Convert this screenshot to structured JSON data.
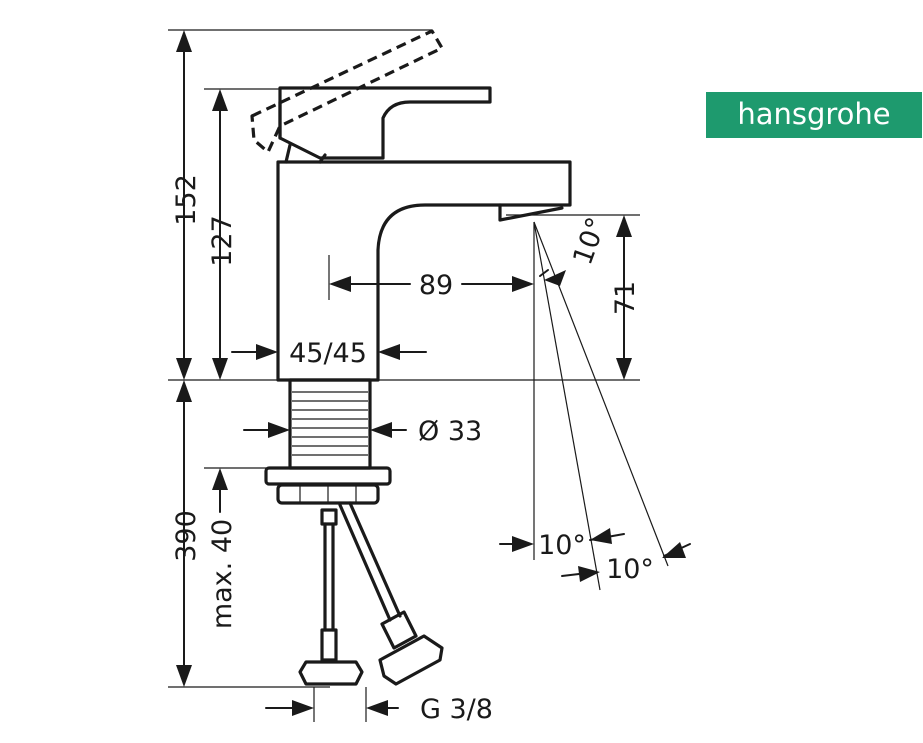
{
  "brand": {
    "name": "hansgrohe",
    "bg_color": "#1e9a6e",
    "text_color": "#ffffff"
  },
  "dimensions": {
    "total_height": "152",
    "spout_height": "127",
    "spout_reach": "89",
    "spout_clearance": "71",
    "spout_angle": "10°",
    "lever_angle": "45/45",
    "shank_diameter": "Ø 33",
    "spray_angle_1": "10°",
    "spray_angle_2": "10°",
    "hose_length": "390",
    "max_thickness": "max. 40",
    "connection": "G 3/8"
  },
  "colors": {
    "line": "#1a1a1a",
    "background": "#ffffff"
  }
}
